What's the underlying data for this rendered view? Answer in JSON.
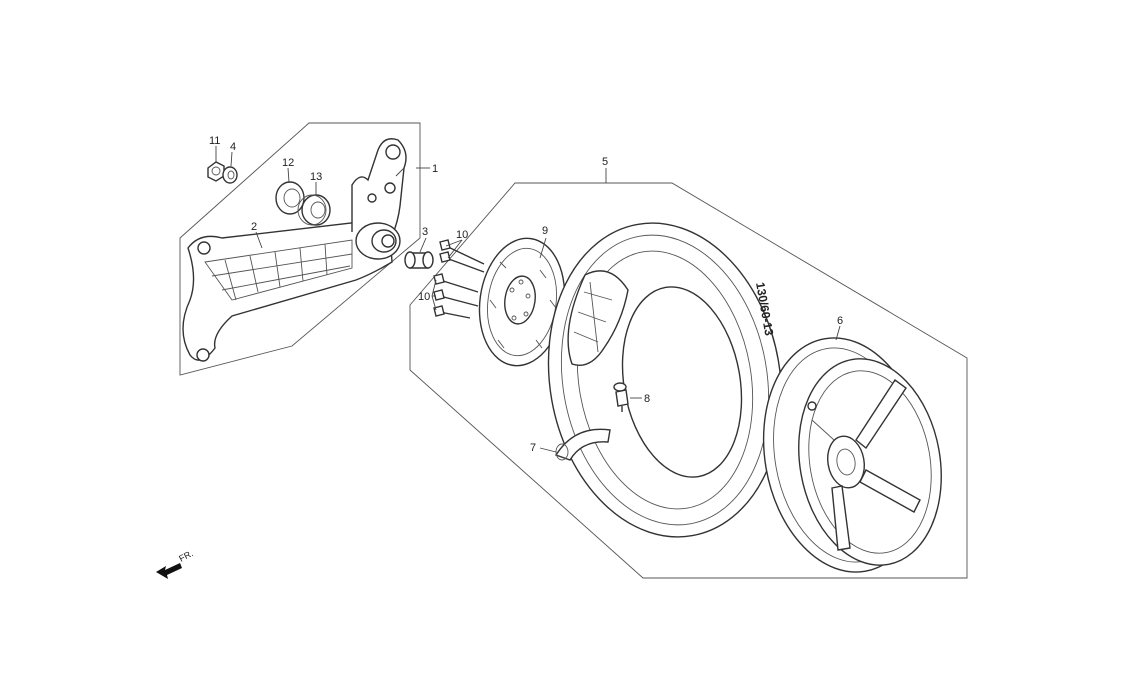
{
  "callouts": {
    "c1": "1",
    "c2": "2",
    "c3": "3",
    "c4": "4",
    "c5": "5",
    "c6": "6",
    "c7": "7",
    "c8": "8",
    "c9": "9",
    "c10a": "10",
    "c10b": "10",
    "c11": "11",
    "c12": "12",
    "c13": "13"
  },
  "tire_marking": "130/60-13",
  "direction_label": "FR.",
  "icons": {
    "direction": "front-direction-arrow-icon"
  },
  "colors": {
    "line": "#333333",
    "background": "#ffffff"
  }
}
